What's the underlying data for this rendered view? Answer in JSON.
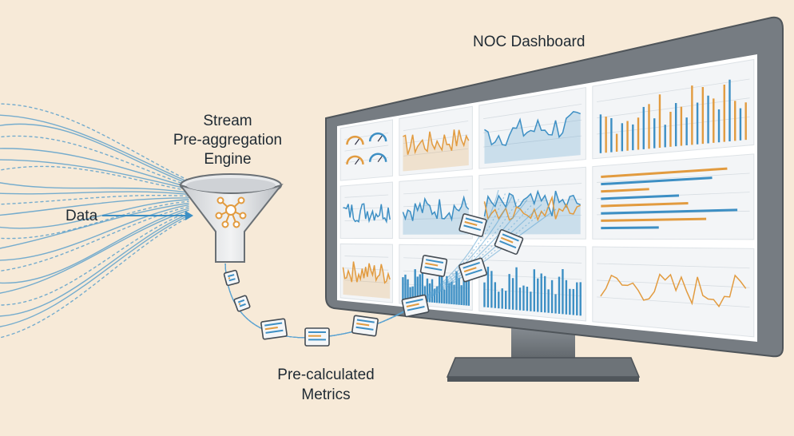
{
  "labels": {
    "data": "Data",
    "engine_line1": "Stream",
    "engine_line2": "Pre-aggregation",
    "engine_line3": "Engine",
    "metrics_line1": "Pre-calculated",
    "metrics_line2": "Metrics",
    "dashboard": "NOC Dashboard"
  },
  "colors": {
    "background": "#f7ead8",
    "blue": "#3d8fc4",
    "orange": "#e29b3f",
    "monitor_frame": "#6b7278",
    "screen": "#ffffff",
    "panel": "#f3f5f7"
  },
  "icons": {
    "funnel": "funnel-icon",
    "network": "network-node-icon",
    "metric_card": "metric-card-icon",
    "gauge": "gauge-icon"
  }
}
